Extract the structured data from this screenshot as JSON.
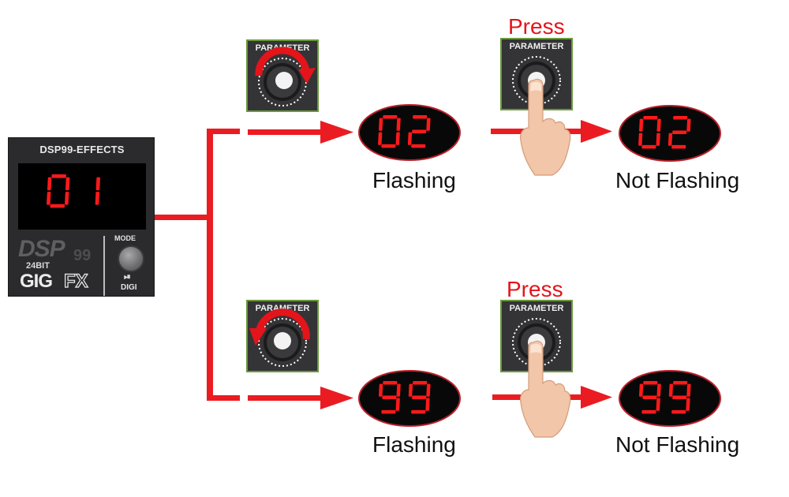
{
  "dsp_panel": {
    "title": "DSP99-EFFECTS",
    "display": "01",
    "brand_dsp": "DSP",
    "brand_99": "99",
    "brand_24bit": "24BIT",
    "brand_gig": "GIG",
    "brand_fx": "FX",
    "mode_label": "MODE",
    "play_pause": "⏯",
    "digi_label": "DIGI"
  },
  "knob_label": "PARAMETER",
  "press_label": "Press",
  "rows": [
    {
      "display_turn": "02",
      "caption_turn": "Flashing",
      "display_press": "02",
      "caption_press": "Not Flashing"
    },
    {
      "display_turn": "99",
      "caption_turn": "Flashing",
      "display_press": "99",
      "caption_press": "Not Flashing"
    }
  ],
  "colors": {
    "accent_red": "#e4141b",
    "segment_red": "#ff1a1a",
    "panel_dark": "#2b2b2d",
    "knob_border_green": "#6a9a3a"
  }
}
